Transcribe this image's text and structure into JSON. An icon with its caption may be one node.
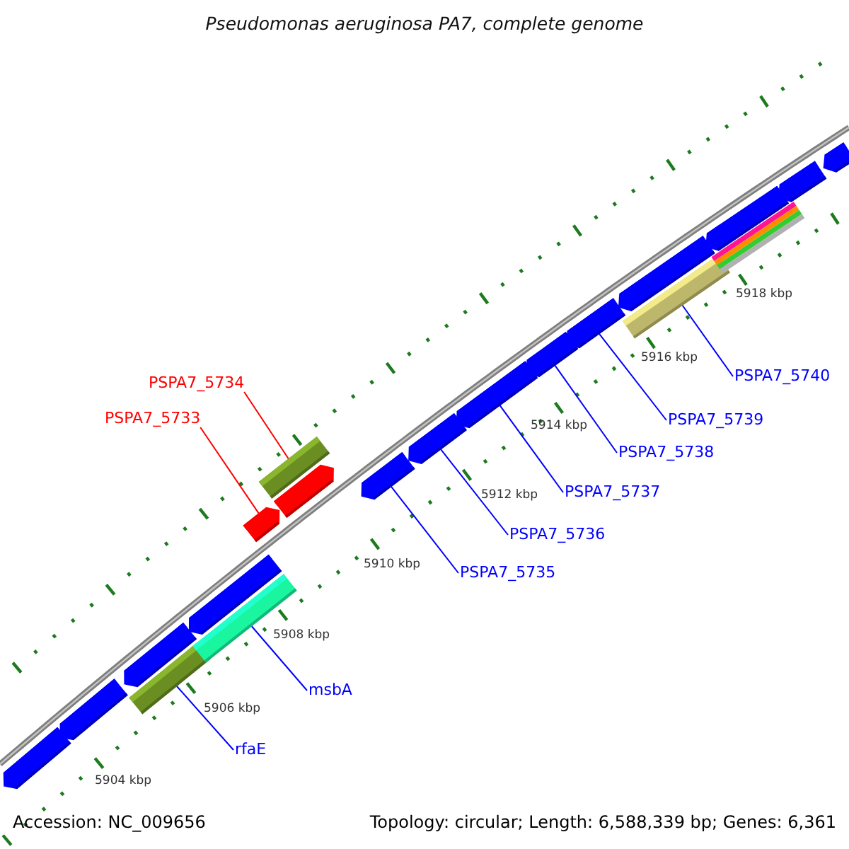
{
  "diagram": {
    "title": "Pseudomonas aeruginosa PA7, complete genome",
    "nodes": [
      {
        "text": [
          "PSPA7_5734"
        ]
      },
      {
        "text": [
          "PSPA7_5740"
        ]
      },
      {
        "text": [
          "PSPA7_5733"
        ]
      },
      {
        "text": [
          "PSPA7_5739"
        ]
      },
      {
        "text": [
          "PSPA7_5738"
        ]
      },
      {
        "text": [
          "PSPA7_5737"
        ]
      },
      {
        "text": [
          "PSPA7_5736"
        ]
      },
      {
        "text": [
          "PSPA7_5735"
        ]
      },
      {
        "text": [
          "msbA"
        ]
      },
      {
        "text": [
          "rfaE"
        ]
      },
      {
        "text": [],
        "shape": "arrow"
      },
      {
        "text": [],
        "shape": "arrow"
      },
      {
        "text": [],
        "shape": "arrow"
      },
      {
        "text": [],
        "shape": "bar"
      },
      {
        "text": [],
        "shape": "arrow"
      },
      {
        "text": [],
        "shape": "bar"
      },
      {
        "text": [],
        "shape": "arrow"
      },
      {
        "text": [],
        "shape": "bar"
      },
      {
        "text": [],
        "shape": "arrow"
      },
      {
        "text": [],
        "shape": "arrow"
      },
      {
        "text": [],
        "shape": "arrow"
      },
      {
        "text": [],
        "shape": "arrow"
      },
      {
        "text": [],
        "shape": "arrow"
      },
      {
        "text": [],
        "shape": "arrow"
      },
      {
        "text": [],
        "shape": "arrow"
      },
      {
        "text": [],
        "shape": "bar"
      },
      {
        "text": [],
        "shape": "arrow"
      },
      {
        "text": [],
        "shape": "bar"
      },
      {
        "text": [],
        "shape": "arrow"
      },
      {
        "text": [],
        "shape": "arrow"
      }
    ],
    "edges": [
      {
        "from": 0,
        "to": 17,
        "arrow": "none",
        "color": "#ff0000"
      },
      {
        "from": 1,
        "to": 25,
        "arrow": "none"
      },
      {
        "from": 2,
        "to": 16,
        "arrow": "none",
        "color": "#ff0000"
      },
      {
        "from": 3,
        "to": 23,
        "arrow": "none"
      },
      {
        "from": 4,
        "to": 22,
        "arrow": "none"
      },
      {
        "from": 5,
        "to": 21,
        "arrow": "none"
      },
      {
        "from": 6,
        "to": 20,
        "arrow": "none"
      },
      {
        "from": 7,
        "to": 19,
        "arrow": "none"
      },
      {
        "from": 8,
        "to": 15,
        "arrow": "none"
      },
      {
        "from": 9,
        "to": 13,
        "arrow": "none"
      }
    ],
    "labels": [
      "5918 kbp",
      "5916 kbp",
      "5914 kbp",
      "5912 kbp",
      "5910 kbp",
      "5908 kbp",
      "5906 kbp",
      "5904 kbp",
      "Accession: NC_009656",
      "Topology: circular; Length: 6,588,339 bp; Genes: 6,361"
    ]
  }
}
